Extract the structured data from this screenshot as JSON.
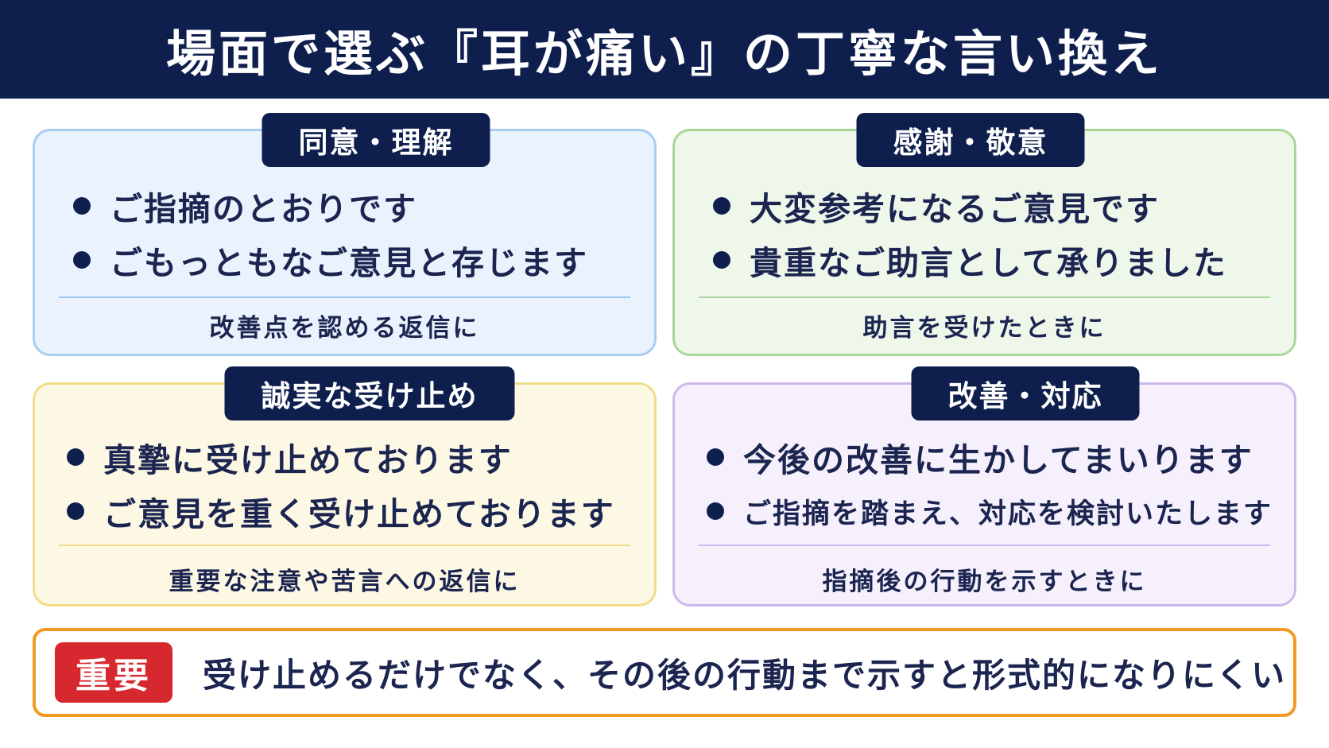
{
  "title": "場面で選ぶ『耳が痛い』の丁寧な言い換え",
  "cards": [
    {
      "tag": "同意・理解",
      "items": [
        "ご指摘のとおりです",
        "ごもっともなご意見と存じます"
      ],
      "note": "改善点を認める返信に",
      "color": "#a9cdf0"
    },
    {
      "tag": "感謝・敬意",
      "items": [
        "大変参考になるご意見です",
        "貴重なご助言として承りました"
      ],
      "note": "助言を受けたときに",
      "color": "#a9d69a"
    },
    {
      "tag": "誠実な受け止め",
      "items": [
        "真摯に受け止めております",
        "ご意見を重く受け止めております"
      ],
      "note": "重要な注意や苦言への返信に",
      "color": "#f1dc8a"
    },
    {
      "tag": "改善・対応",
      "items": [
        "今後の改善に生かしてまいります",
        "ご指摘を踏まえ、対応を検討いたします"
      ],
      "note": "指摘後の行動を示すときに",
      "color": "#cdb8ec"
    }
  ],
  "important": {
    "badge": "重要",
    "message": "受け止めるだけでなく、その後の行動まで示すと形式的になりにくい",
    "border_color": "#f29a22",
    "badge_color": "#d7282f"
  },
  "colors": {
    "navy": "#0f1f4d"
  }
}
